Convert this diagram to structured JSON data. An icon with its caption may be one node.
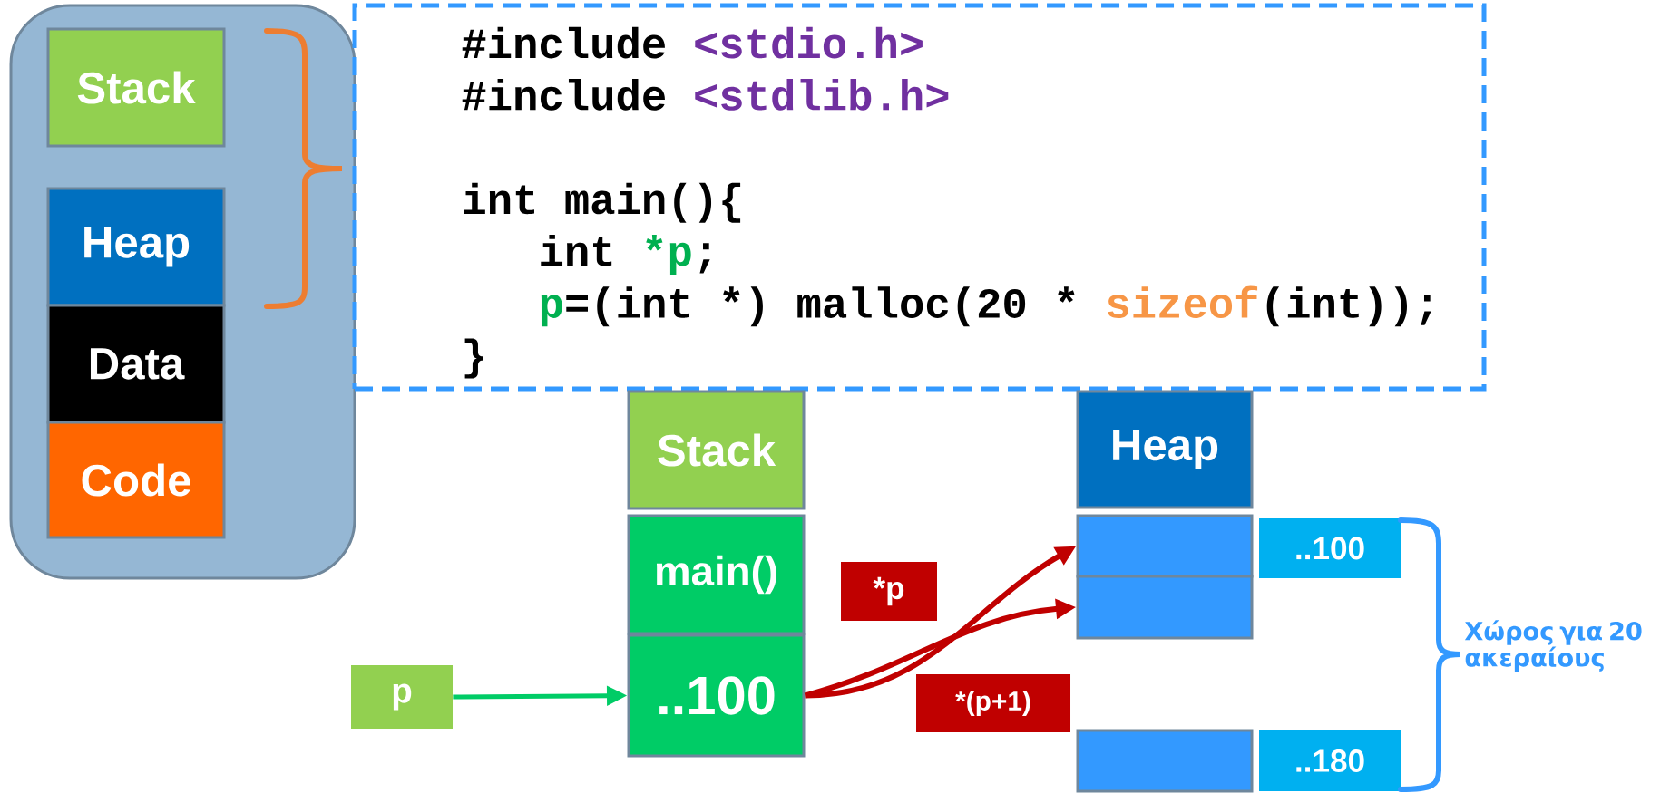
{
  "diagram": {
    "nodes": [
      {
        "text": [],
        "shape": "box"
      },
      {
        "text": [
          "Stack"
        ],
        "in": 0
      },
      {
        "text": [
          "Heap"
        ],
        "in": 0
      },
      {
        "text": [
          "Data"
        ],
        "in": 0
      },
      {
        "text": [
          "Code"
        ],
        "in": 0
      },
      {
        "text": [
          "#include",
          "<stdio.h>",
          "#include",
          "<stdlib.h>",
          "int main(){",
          "int",
          "*p",
          ";",
          "p",
          "=(int *)",
          "malloc(20 *",
          "sizeof",
          "(int));",
          "}"
        ]
      },
      {
        "text": [
          "Stack"
        ]
      },
      {
        "text": [
          "main()"
        ]
      },
      {
        "text": [
          "..100"
        ]
      },
      {
        "text": [
          "p"
        ]
      },
      {
        "text": [
          "*p"
        ]
      },
      {
        "text": [
          "Heap"
        ]
      },
      {
        "text": [],
        "shape": "box"
      },
      {
        "text": [
          "..100"
        ]
      },
      {
        "text": [],
        "shape": "box"
      },
      {
        "text": [
          "*(p+1)"
        ]
      },
      {
        "text": [],
        "shape": "box"
      },
      {
        "text": [
          "..180"
        ]
      }
    ],
    "edges": [
      {
        "from": 9,
        "to": 8,
        "arrow": "to",
        "color": "#00cc66"
      },
      {
        "from": 8,
        "to": 12,
        "arrow": "to"
      },
      {
        "from": 8,
        "to": 14,
        "arrow": "to"
      }
    ],
    "labels": [
      "Χώρος για 20 ακεραίους"
    ]
  }
}
